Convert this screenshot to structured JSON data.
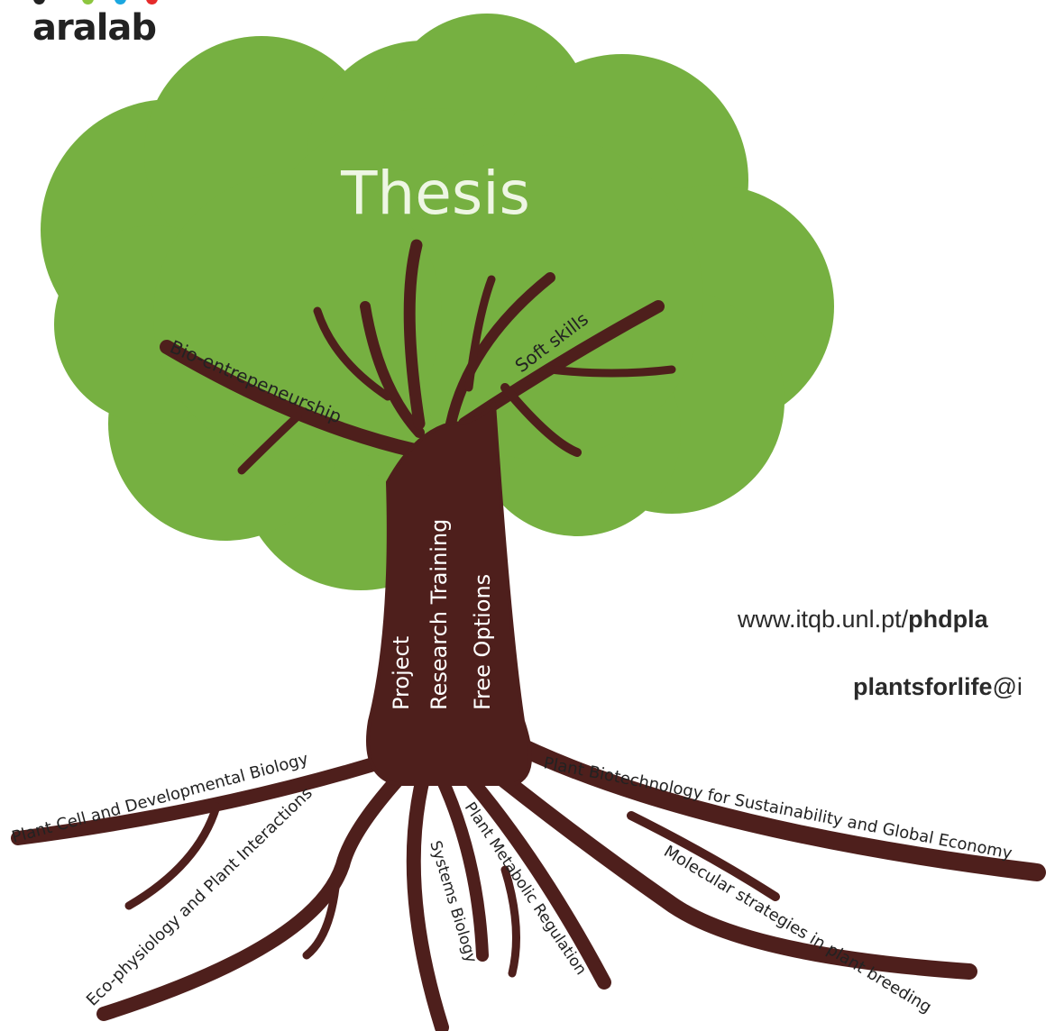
{
  "logo": {
    "text": "aralab",
    "dot_colors": [
      "#222222",
      "#8dc63f",
      "#1ba7e0",
      "#e52a2a"
    ]
  },
  "colors": {
    "canopy": "#76b041",
    "trunk": "#4e1f1c",
    "canopy_text": "#ffffff",
    "trunk_text": "#ffffff",
    "label_text": "#222222"
  },
  "tree": {
    "canopy_title": "Thesis",
    "branches": [
      "Bio-entrepeneurship",
      "Soft skills"
    ],
    "trunk_labels": [
      "Project",
      "Research Training",
      "Free Options"
    ],
    "roots": [
      "Plant Cell and Developmental Biology",
      "Eco-physiology and Plant Interactions",
      "Systems Biology",
      "Plant Metabolic Regulation",
      "Molecular strategies in plant breeding",
      "Plant Biotechnology for Sustainability and Global Economy"
    ]
  },
  "contact": {
    "url_prefix": "www.itqb.unl.pt/",
    "url_bold": "phdpla",
    "email_bold": "plantsforlife",
    "email_rest": "@i"
  }
}
